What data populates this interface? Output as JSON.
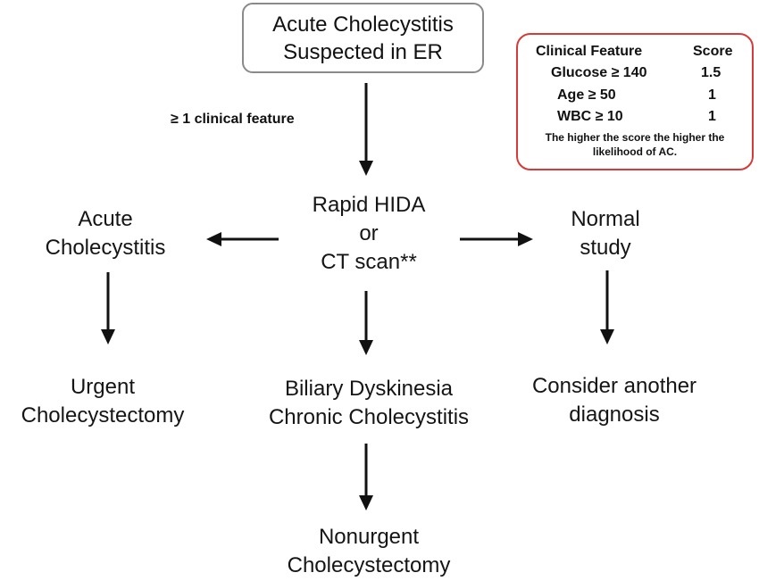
{
  "start": {
    "line1": "Acute Cholecystitis",
    "line2": "Suspected in ER"
  },
  "edge_label": "≥ 1 clinical feature",
  "test": {
    "line1": "Rapid HIDA",
    "line2": "or",
    "line3": "CT scan**"
  },
  "left_result": {
    "line1": "Acute",
    "line2": "Cholecystitis"
  },
  "right_result": {
    "line1": "Normal",
    "line2": "study"
  },
  "left_action": {
    "line1": "Urgent",
    "line2": "Cholecystectomy"
  },
  "center_result": {
    "line1": "Biliary Dyskinesia",
    "line2": "Chronic Cholecystitis"
  },
  "right_action": {
    "line1": "Consider another",
    "line2": "diagnosis"
  },
  "center_action": {
    "line1": "Nonurgent",
    "line2": "Cholecystectomy"
  },
  "score_table": {
    "header_feature": "Clinical Feature",
    "header_score": "Score",
    "rows": [
      {
        "feature": "Glucose ≥ 140",
        "score": "1.5"
      },
      {
        "feature": "Age ≥ 50",
        "score": "1"
      },
      {
        "feature": "WBC ≥ 10",
        "score": "1"
      }
    ],
    "note_line1": "The higher the score the higher the",
    "note_line2": "likelihood of AC."
  },
  "colors": {
    "box_border": "#8a8a8a",
    "score_border": "#d63a3a",
    "arrow": "#111111"
  }
}
